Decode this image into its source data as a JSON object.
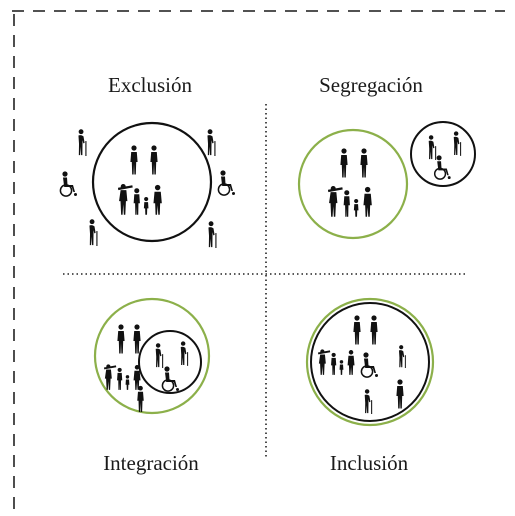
{
  "quadrants": {
    "exclusion": {
      "label": "Exclusión"
    },
    "segregation": {
      "label": "Segregación"
    },
    "integration": {
      "label": "Integración"
    },
    "inclusion": {
      "label": "Inclusión"
    }
  },
  "colors": {
    "frame": "#3a3a3a",
    "majority_circle": "#111111",
    "community_circle": "#8cb04a",
    "divider": "#222222",
    "figure": "#111111"
  },
  "icons": {
    "person": "person-icon",
    "elderly": "elderly-with-cane-icon",
    "wheelchair": "wheelchair-user-icon",
    "family": "family-group-icon"
  }
}
